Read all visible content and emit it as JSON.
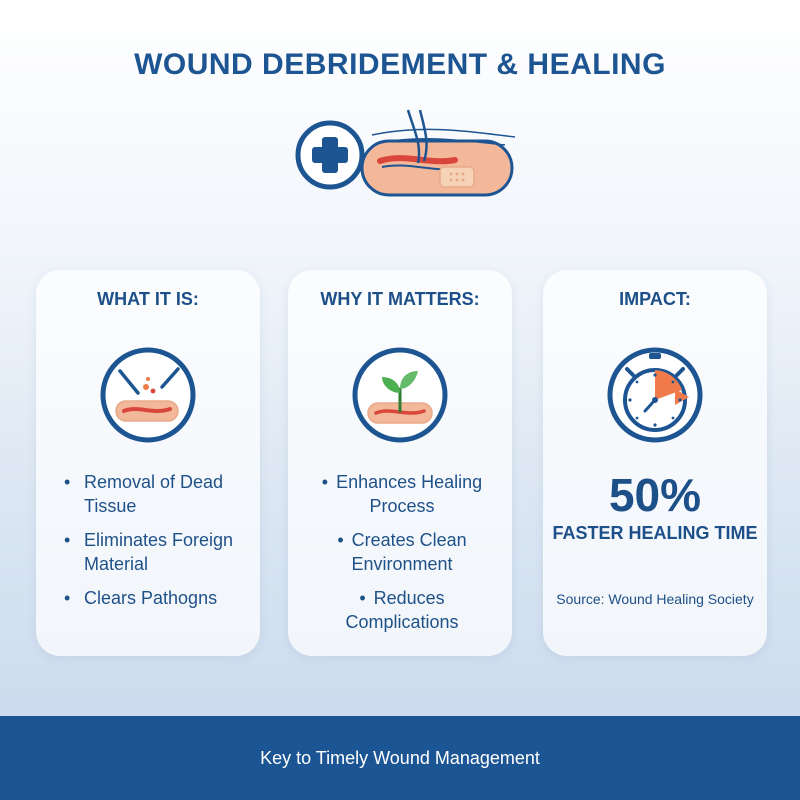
{
  "title": "WOUND DEBRIDEMENT & HEALING",
  "hero": {
    "icon": "medical-cross-bandage-icon"
  },
  "cards": [
    {
      "title": "WHAT IT IS:",
      "icon": "debridement-tool-icon",
      "bullets": [
        "Removal of Dead Tissue",
        "Eliminates Foreign Material",
        "Clears Pathogns"
      ]
    },
    {
      "title": "WHY IT MATTERS:",
      "icon": "sprout-healing-icon",
      "bullets": [
        "Enhances Healing Process",
        "Creates Clean Environment",
        "Reduces Complications"
      ]
    },
    {
      "title": "IMPACT:",
      "icon": "stopwatch-icon",
      "stat": "50%",
      "stat_label": "FASTER HEALING TIME",
      "source": "Source: Wound Healing Society"
    }
  ],
  "footer": "Key to Timely Wound Management",
  "colors": {
    "primary": "#1d5592",
    "accent": "#f07a4a",
    "skin": "#f3b89a",
    "green": "#4caf50"
  }
}
